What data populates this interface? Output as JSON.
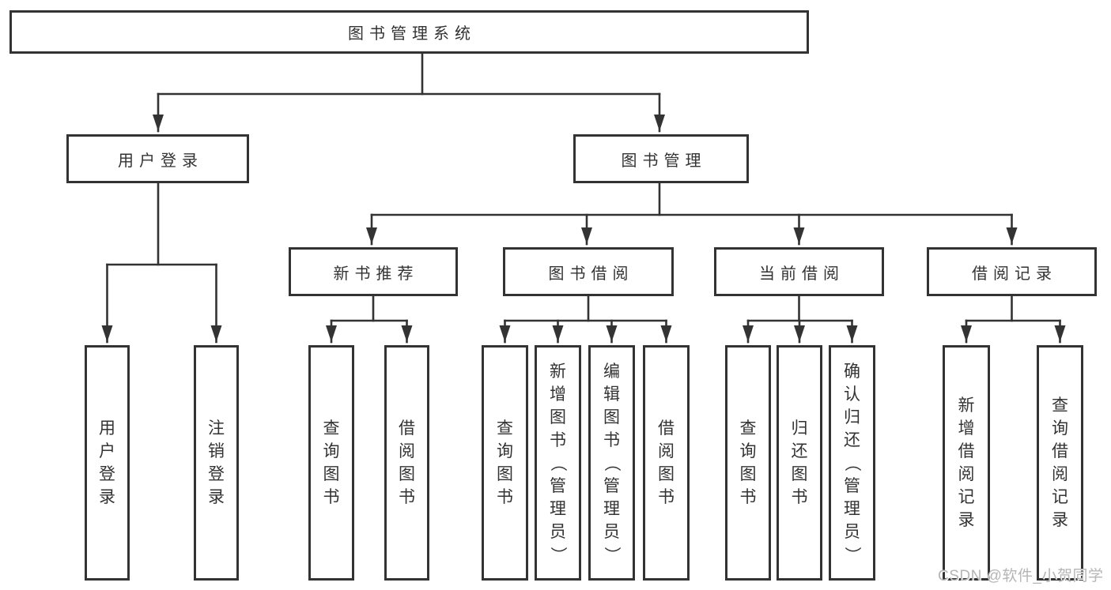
{
  "diagram": {
    "root": {
      "label": "图书管理系统"
    },
    "level2": [
      {
        "label": "用户登录"
      },
      {
        "label": "图书管理"
      }
    ],
    "level3": [
      {
        "label": "新书推荐"
      },
      {
        "label": "图书借阅"
      },
      {
        "label": "当前借阅"
      },
      {
        "label": "借阅记录"
      }
    ],
    "leaves": {
      "user_login": [
        "用户登录",
        "注销登录"
      ],
      "new_book": [
        "查询图书",
        "借阅图书"
      ],
      "book_borrow": [
        "查询图书",
        "新增图书（管理员）",
        "编辑图书（管理员）",
        "借阅图书"
      ],
      "current_borrow": [
        "查询图书",
        "归还图书",
        "确认归还（管理员）"
      ],
      "borrow_record": [
        "新增借阅记录",
        "查询借阅记录"
      ]
    }
  },
  "watermark": {
    "text": "CSDN @软件_小贺同学"
  },
  "colors": {
    "line": "#333333",
    "text": "#333333",
    "background": "#ffffff",
    "watermark": "#b5b5b5"
  }
}
